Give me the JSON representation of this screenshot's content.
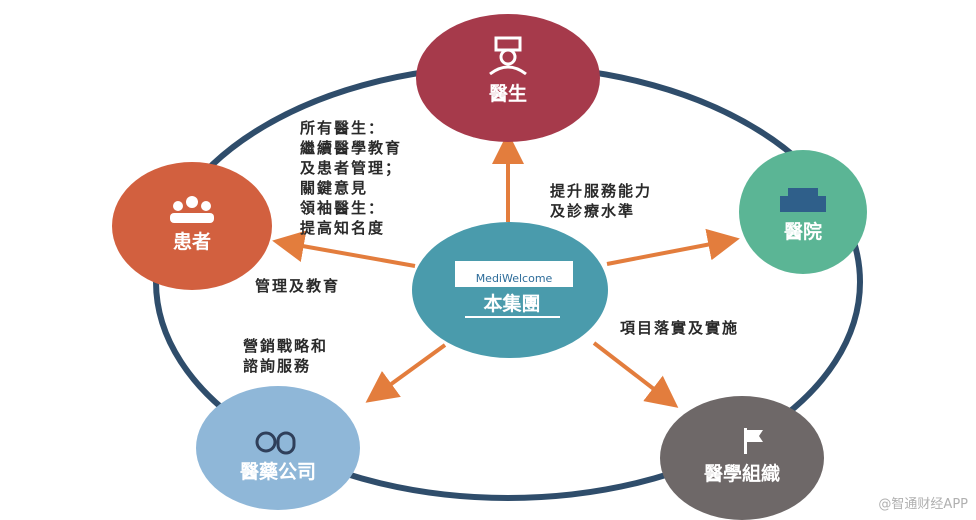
{
  "center": {
    "logo_text": "MediWelcome",
    "label": "本集團"
  },
  "nodes": {
    "doctor": "醫生",
    "hospital": "醫院",
    "patient": "患者",
    "pharma": "醫藥公司",
    "org": "醫學組織"
  },
  "edges": {
    "doctor": [
      "所有醫生：",
      "繼續醫學教育",
      "及患者管理；",
      "關鍵意見",
      "領袖醫生：",
      "提高知名度"
    ],
    "hospital": [
      "提升服務能力",
      "及診療水準"
    ],
    "patient": [
      "管理及教育"
    ],
    "pharma": [
      "營銷戰略和",
      "諮詢服務"
    ],
    "org": [
      "項目落實及實施"
    ]
  },
  "watermark": "@智通财经APP",
  "colors": {
    "ring": "#2f4d6b",
    "arrow": "#e37d3d",
    "doctor": "#a63a4b",
    "patient": "#d2603f",
    "hospital": "#5bb595",
    "pharma": "#8fb7d8",
    "org": "#6e6868",
    "center": "#4a9bac"
  }
}
